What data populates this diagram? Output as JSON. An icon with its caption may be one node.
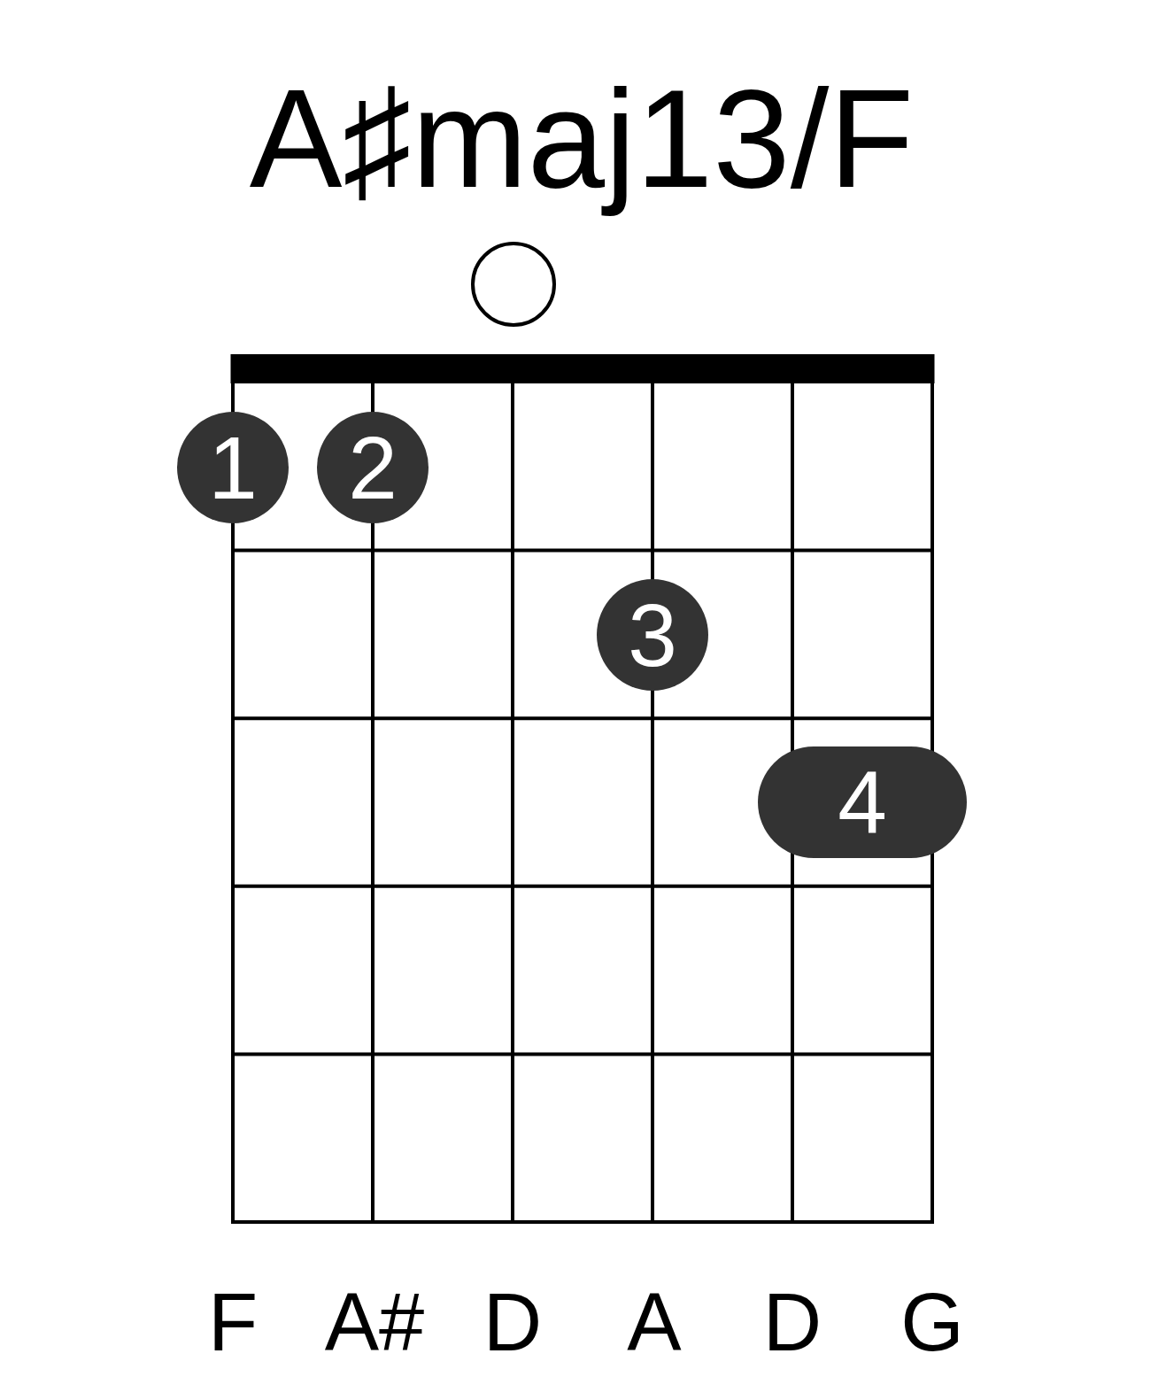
{
  "diagram": {
    "title": "A♯maj13/F",
    "nodes": [
      {
        "text": [],
        "shape": "circle"
      },
      {
        "text": [
          "1"
        ]
      },
      {
        "text": [
          "2"
        ]
      },
      {
        "text": [
          "3"
        ]
      },
      {
        "text": [
          "4"
        ]
      }
    ],
    "labels": [
      "F",
      "A#",
      "D",
      "A",
      "D",
      "G"
    ]
  }
}
